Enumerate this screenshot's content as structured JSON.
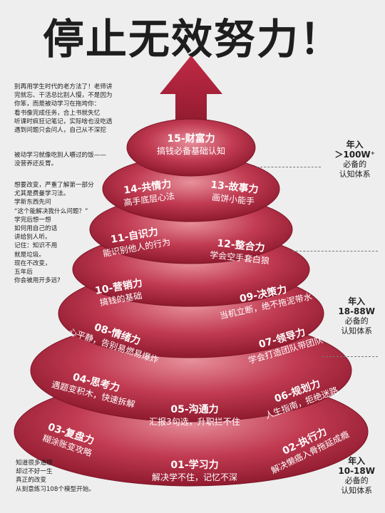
{
  "title": "停止无效努力！",
  "intro_top": "别再用学生时代的老方法了！老师讲\n完就忘、干活总比别人慢，不是因为\n你笨，而是被动学习在拖垮你：\n看书像完成任务，合上书就失忆\n听课时疯狂记笔记，实际啥也没吃透\n遇到问题只会问人，自己从不深挖",
  "intro_mid": "被动学习就像吃别人嚼过的饭——\n没营养还反胃。",
  "intro_low": "想要改变，严重了解第一部分\n尤其是费曼学习法。\n学新东西先问\n“这个能解决我什么问题？”\n学完后想一想\n如何用自己的话\n讲给别人听。\n记住：知识不用\n就是垃圾。\n现在不改变，\n五年后\n你会被用开多远?",
  "intro_bottom": "知道很多道理\n却过不好一生\n真正的改变\n从刻意练习108个模型开始。",
  "levels": [
    {
      "title": "15-财富力",
      "desc": "搞钱必备基础认知"
    },
    {
      "title": "14-共情力",
      "desc": "高手底层心法"
    },
    {
      "title": "13-故事力",
      "desc": "画饼小能手"
    },
    {
      "title": "11-自识力",
      "desc": "能识别他人的行为"
    },
    {
      "title": "12-整合力",
      "desc": "学会空手套白狼"
    },
    {
      "title": "10-营销力",
      "desc": "搞钱的基础"
    },
    {
      "title": "09-决策力",
      "desc": "当机立断，绝不拖泥带水"
    },
    {
      "title": "08-情绪力",
      "desc": "心平静，告别易燃易爆炸"
    },
    {
      "title": "07-领导力",
      "desc": "学会打造团队带团队"
    },
    {
      "title": "04-思考力",
      "desc": "遇题变积木，快速拆解"
    },
    {
      "title": "05-沟通力",
      "desc": "汇报3句选，升职拦不住"
    },
    {
      "title": "06-规划力",
      "desc": "人生指南，拒绝迷路"
    },
    {
      "title": "03-复盘力",
      "desc": "糊涂账变攻略"
    },
    {
      "title": "01-学习力",
      "desc": "解决学不住，记忆不深"
    },
    {
      "title": "02-执行力",
      "desc": "解决懒癌入骨拖延成瘾"
    }
  ],
  "side": [
    {
      "income": "年入",
      "amount": "＞100W⁺",
      "l1": "必备的",
      "l2": "认知体系"
    },
    {
      "income": "年入",
      "amount": "18-88W",
      "l1": "必备的",
      "l2": "认知体系"
    },
    {
      "income": "年入",
      "amount": "10-18W",
      "l1": "必备的",
      "l2": "认知体系"
    }
  ],
  "colors": {
    "tier_dark": "#9c1d33",
    "tier_light": "#d96878",
    "arrow": "#a81f37",
    "bg": "#eeeeee"
  }
}
